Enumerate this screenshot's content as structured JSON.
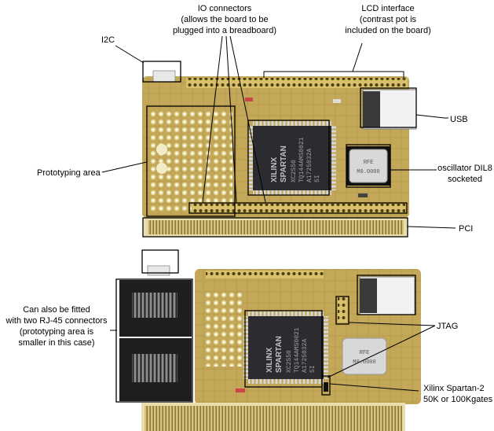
{
  "labels": {
    "io_line1": "IO connectors",
    "io_line2": "(allows the board to be",
    "io_line3": "plugged into a breadboard)",
    "lcd_line1": "LCD interface",
    "lcd_line2": "(contrast pot is",
    "lcd_line3": "included on the board)",
    "i2c": "I2C",
    "usb": "USB",
    "proto": "Prototyping area",
    "osc_line1": "oscillator DIL8",
    "osc_line2": "socketed",
    "pci": "PCI",
    "rj_line1": "Can also be fitted",
    "rj_line2": "with two RJ-45 connectors",
    "rj_line3": "(prototyping area is",
    "rj_line4": "smaller in this case)",
    "jtag": "JTAG",
    "xil_line1": "Xilinx Spartan-2",
    "xil_line2": "50K or 100Kgates"
  },
  "chip": {
    "brand": "XILINX",
    "family": "SPARTAN",
    "part1": "XC2S50",
    "part2": "TQ144AMS0021",
    "part3": "A1725032A",
    "part4": "5I"
  },
  "oscillator": {
    "code_top": "RFE",
    "code_bottom": "M0.0000"
  },
  "colors": {
    "pcb": "#c2a858",
    "pcb_dark": "#8e7a30",
    "chip": "#2c2c30",
    "gold": "#d8c07a"
  }
}
